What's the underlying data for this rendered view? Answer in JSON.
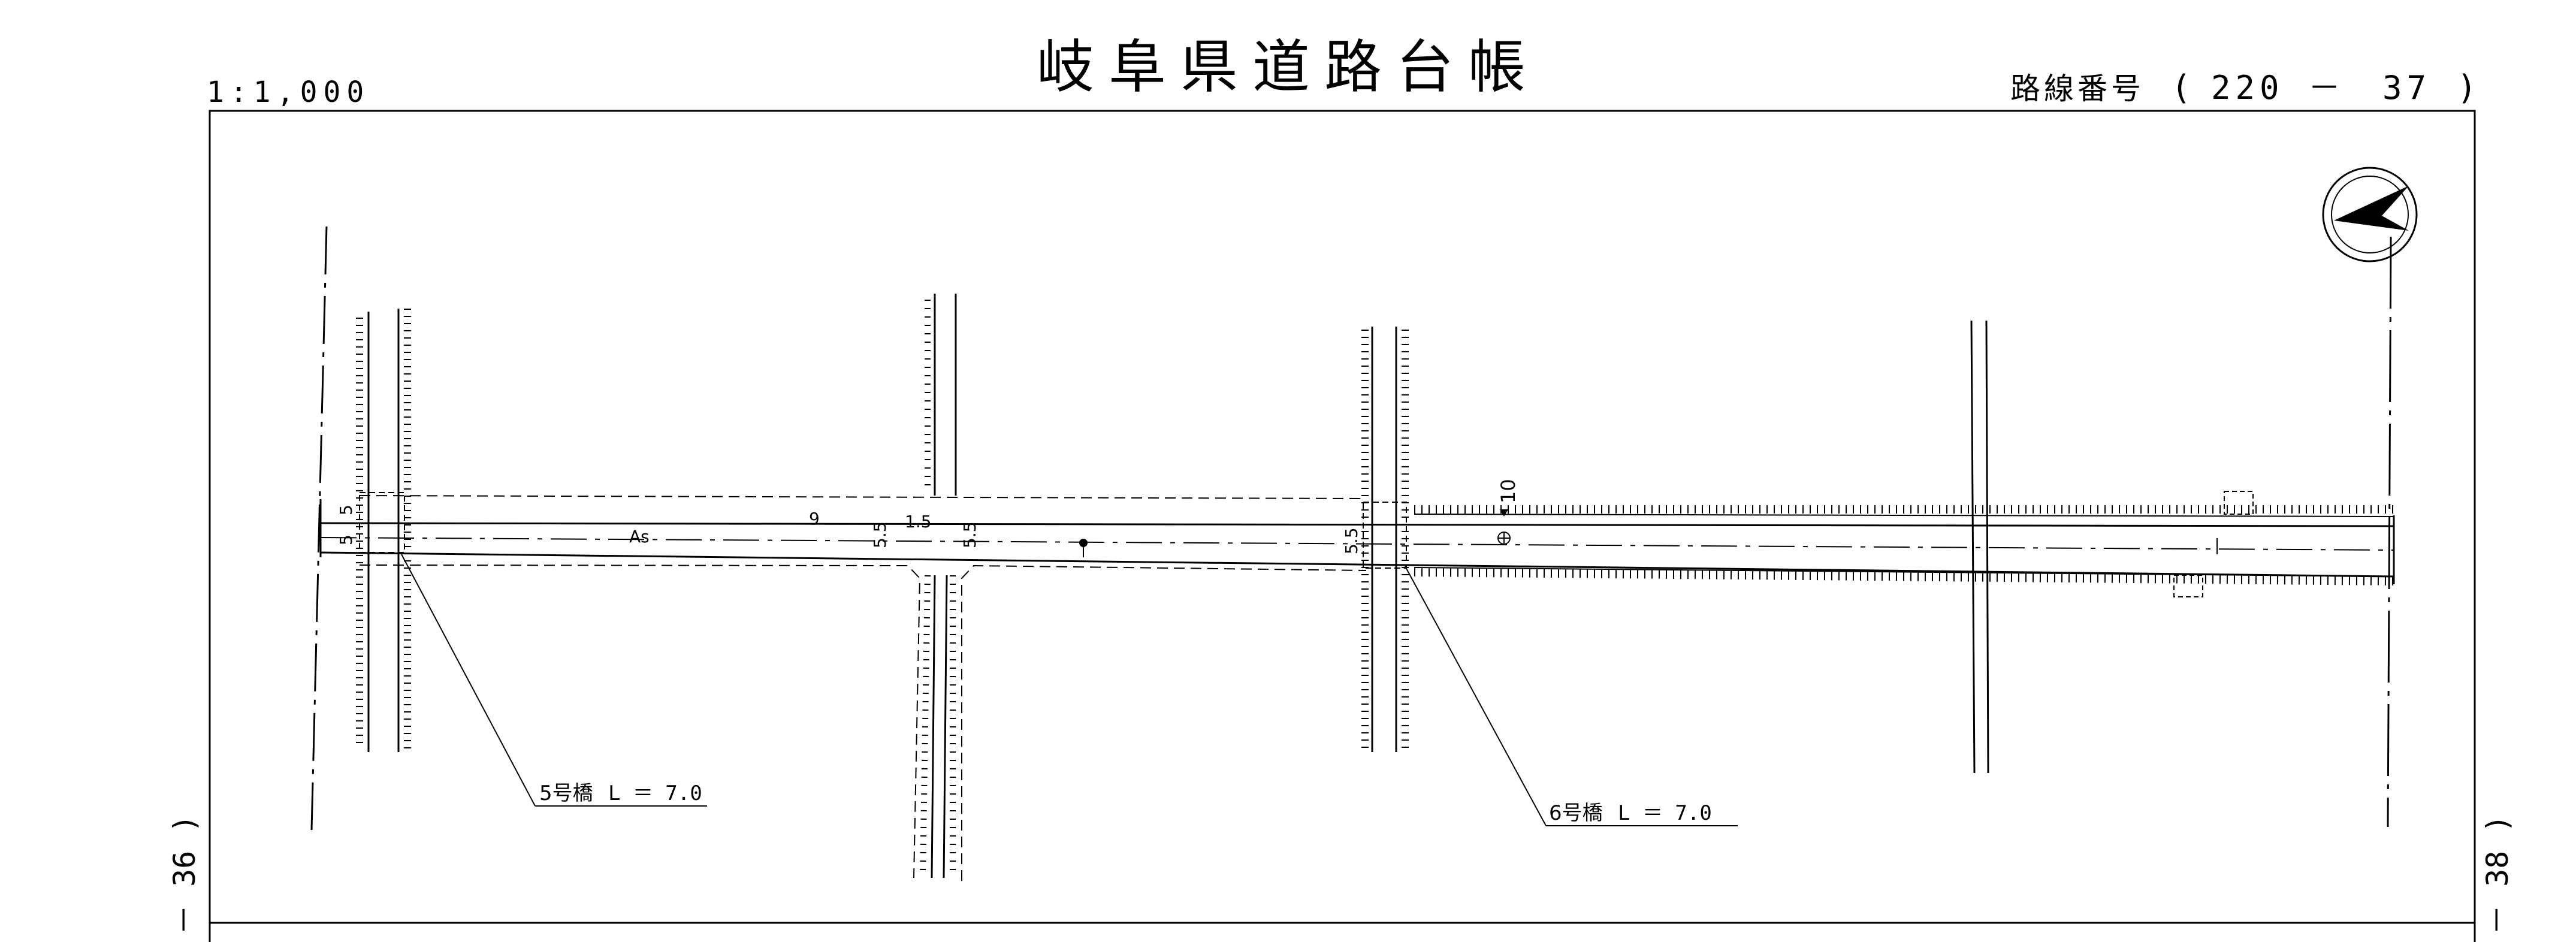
{
  "sheet": {
    "title": "岐阜県道路台帳",
    "scale": "1:1,000",
    "route_number_label": "路線番号",
    "route_number_open": "(",
    "route_number_value": "220 －　37",
    "route_number_close": ")"
  },
  "side_labels": {
    "left": "－ 36 )",
    "right": "－ 38 )"
  },
  "bridges": [
    {
      "label": "5号橋",
      "length": "L ＝ 7.0"
    },
    {
      "label": "6号橋",
      "length": "L ＝ 7.0"
    }
  ],
  "dimensions": {
    "width_left_top": "5",
    "width_left_bottom": "5",
    "surface": "As",
    "d9": "9",
    "d15": "1.5",
    "d55a": "5.5",
    "d55b": "5.5",
    "d55c": "5.5",
    "d10": "10"
  },
  "north_arrow": {
    "icon": "north-arrow-icon"
  }
}
